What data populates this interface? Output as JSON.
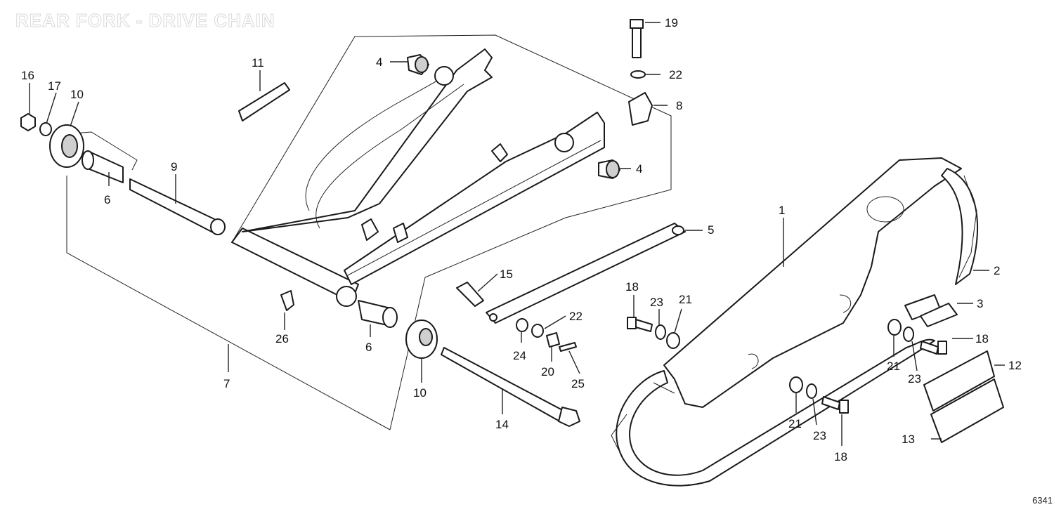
{
  "title": "REAR FORK - DRIVE CHAIN",
  "diagram_code": "6341",
  "callouts": {
    "c1": "1",
    "c2": "2",
    "c3": "3",
    "c4a": "4",
    "c4b": "4",
    "c5": "5",
    "c6a": "6",
    "c6b": "6",
    "c7": "7",
    "c8": "8",
    "c9": "9",
    "c10a": "10",
    "c10b": "10",
    "c11": "11",
    "c12": "12",
    "c13": "13",
    "c14": "14",
    "c15": "15",
    "c16": "16",
    "c17": "17",
    "c18a": "18",
    "c18b": "18",
    "c18c": "18",
    "c19": "19",
    "c20": "20",
    "c21a": "21",
    "c21b": "21",
    "c21c": "21",
    "c22a": "22",
    "c22b": "22",
    "c23a": "23",
    "c23b": "23",
    "c23c": "23",
    "c24": "24",
    "c25": "25",
    "c26": "26"
  }
}
